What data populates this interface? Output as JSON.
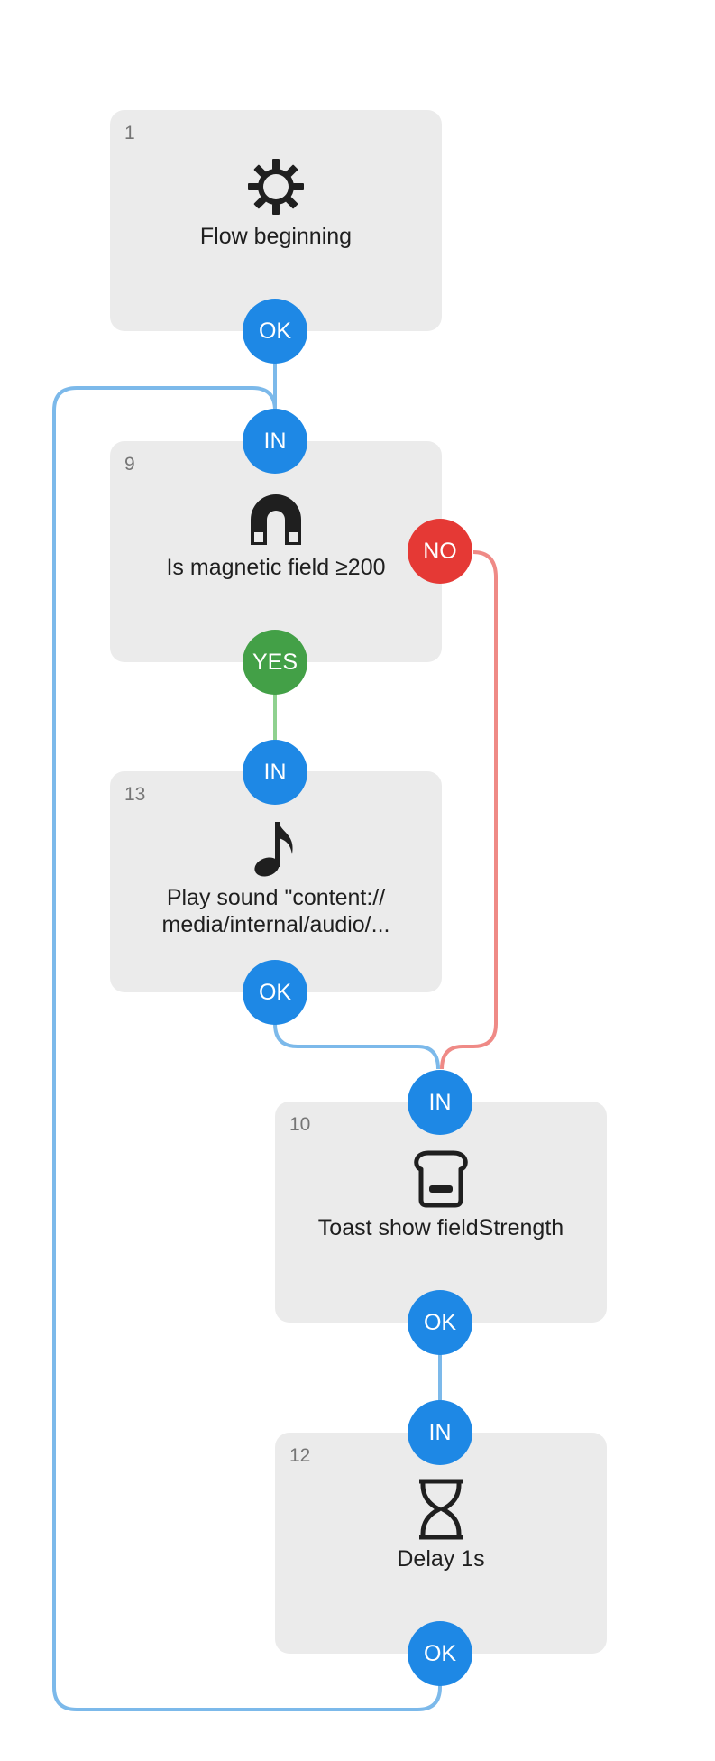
{
  "colors": {
    "block_bg": "#ebebeb",
    "port_blue": "#1e88e5",
    "port_green": "#43a047",
    "port_red": "#e53935",
    "wire_blue": "#7cb9ea",
    "wire_green": "#8fd18f",
    "wire_red": "#ef8a86"
  },
  "blocks": [
    {
      "id": "1",
      "icon": "gear-icon",
      "label": "Flow beginning",
      "ports": {
        "ok": "OK"
      }
    },
    {
      "id": "9",
      "icon": "magnet-icon",
      "label": "Is magnetic field ≥200",
      "ports": {
        "in": "IN",
        "yes": "YES",
        "no": "NO"
      }
    },
    {
      "id": "13",
      "icon": "music-note-icon",
      "label": "Play sound \"content://\nmedia/internal/audio/...",
      "ports": {
        "in": "IN",
        "ok": "OK"
      }
    },
    {
      "id": "10",
      "icon": "toast-icon",
      "label": "Toast show fieldStrength",
      "ports": {
        "in": "IN",
        "ok": "OK"
      }
    },
    {
      "id": "12",
      "icon": "hourglass-icon",
      "label": "Delay 1s",
      "ports": {
        "in": "IN",
        "ok": "OK"
      }
    }
  ]
}
